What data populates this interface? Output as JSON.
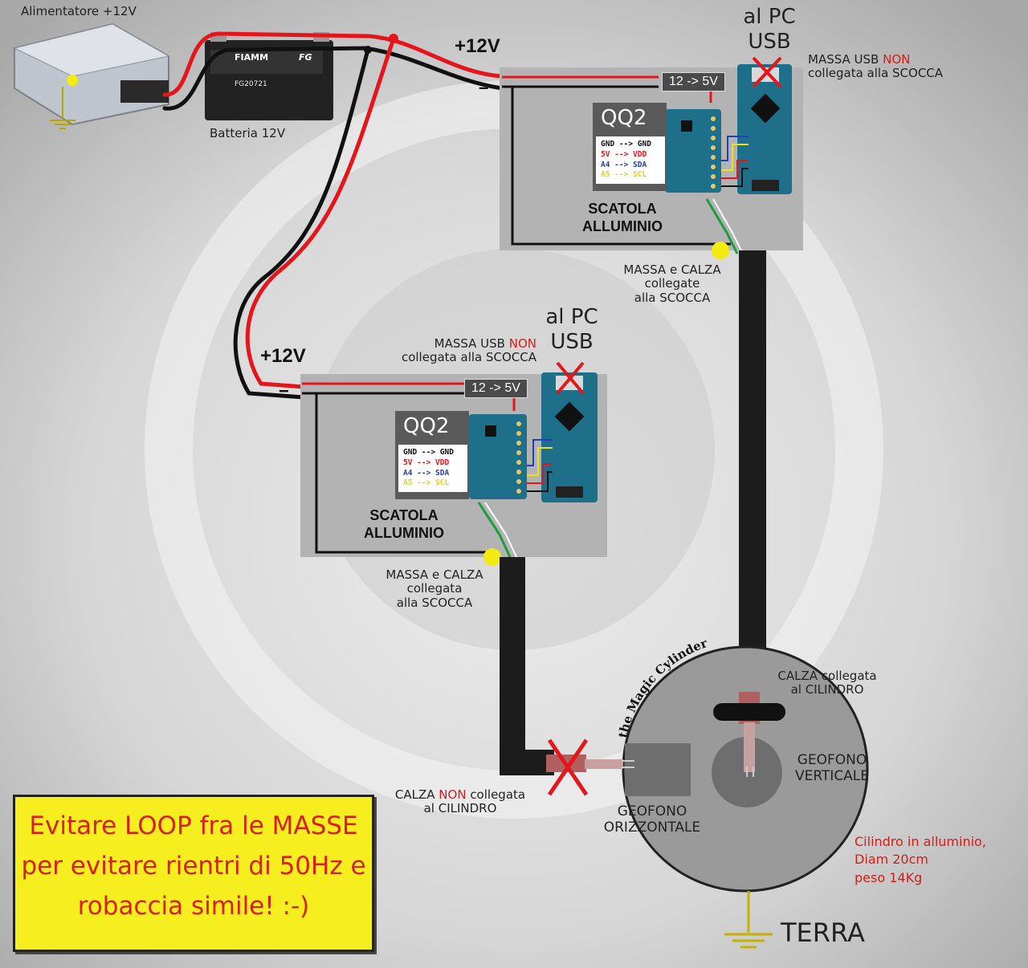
{
  "labels": {
    "power_supply": "Alimentatore +12V",
    "battery": "Batteria 12V",
    "battery_brand": "FIAMM",
    "battery_model": "FG20721",
    "battery_fg": "FG",
    "plus12_top": "+12V",
    "plus12_bottom": "+12V",
    "minus_top": "–",
    "minus_bottom": "=",
    "converter": "12 -> 5V",
    "qq2": "QQ2",
    "pin_gnd": "GND --> GND",
    "pin_5v": "5V --> VDD",
    "pin_a4": "A4 --> SDA",
    "pin_a5": "A5 --> SCL",
    "box_title_1": "SCATOLA",
    "box_title_2": "ALLUMINIO",
    "pc_usb_1": "al PC",
    "pc_usb_2": "USB",
    "massa_usb_1": "MASSA USB ",
    "massa_usb_non": "NON",
    "massa_usb_2": "collegata alla SCOCCA",
    "massa_calza_top_1": "MASSA e CALZA",
    "massa_calza_top_2": "collegate",
    "massa_calza_top_3": "alla SCOCCA",
    "massa_calza_bot_1": "MASSA e CALZA",
    "massa_calza_bot_2": "collegata",
    "massa_calza_bot_3": "alla SCOCCA",
    "magic_cylinder": "the Magic Cylinder",
    "calza_collegata_1": "CALZA collegata",
    "calza_collegata_2": "al CILINDRO",
    "calza_non_1": "CALZA ",
    "calza_non_non": "NON",
    "calza_non_2": " collegata",
    "calza_non_3": "al CILINDRO",
    "geofono_vert_1": "GEOFONO",
    "geofono_vert_2": "VERTICALE",
    "geofono_oriz_1": "GEOFONO",
    "geofono_oriz_2": "ORIZZONTALE",
    "cylinder_1": "Cilindro in alluminio,",
    "cylinder_2": "Diam 20cm",
    "cylinder_3": "peso 14Kg",
    "terra": "TERRA",
    "warning_1": "Evitare LOOP fra le MASSE",
    "warning_2": "per evitare rientri di 50Hz e",
    "warning_3": "robaccia simile! :-)"
  },
  "colors": {
    "wire_red": "#e5161b",
    "wire_black": "#111111",
    "box_gray": "#b3b3b3",
    "board_blue": "#1d6f8a",
    "warning_yellow": "#f7ee1f",
    "warning_text": "#d92017",
    "ground_marker": "#f3ea10",
    "cable_black": "#1c1c1c"
  },
  "icons": [
    "power-supply-icon",
    "battery-icon",
    "arduino-nano-icon",
    "ads1115-icon",
    "ground-symbol-icon",
    "cross-mark-icon"
  ]
}
